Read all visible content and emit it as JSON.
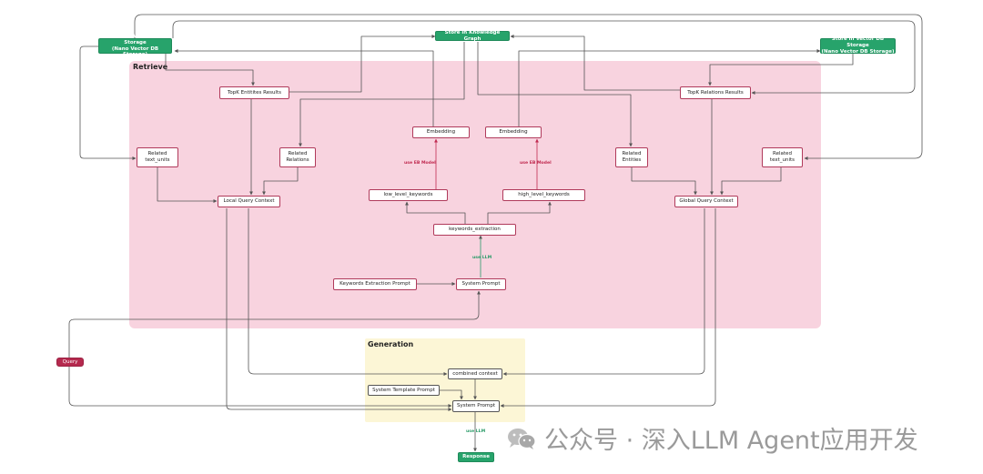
{
  "regions": {
    "retrieve": "Retrieve",
    "generation": "Generation"
  },
  "nodes": {
    "store_vector_left": "Store in Vector DB Storage\n(Nano Vector DB Storage)",
    "store_kg": "Store in Knowledge Graph",
    "store_vector_right": "Store in Vector DB Storage\n(Nano Vector DB Storage)",
    "topk_entities": "TopK Entitites Results",
    "topk_relations": "TopK Relations Results",
    "embedding_left": "Embedding",
    "embedding_right": "Embedding",
    "related_text_units_left": "Related\ntext_units",
    "related_relations": "Related\nRelations",
    "related_entities": "Related\nEntities",
    "related_text_units_right": "Related\ntext_units",
    "low_level_keywords": "low_level_keywords",
    "high_level_keywords": "high_level_keywords",
    "local_query_context": "Local Query Context",
    "global_query_context": "Global Query Context",
    "keywords_extraction": "keywords_extraction",
    "keywords_extraction_prompt": "Keywords Extraction Prompt",
    "system_prompt_retrieve": "System Prompt",
    "query": "Query",
    "combined_context": "combined context",
    "system_template_prompt": "System Template Prompt",
    "system_prompt_generation": "System Prompt",
    "response": "Response"
  },
  "edge_labels": {
    "use_eb_model_left": "use EB Model",
    "use_eb_model_right": "use EB Model",
    "use_llm_retrieve": "use LLM",
    "use_llm_generation": "use LLM"
  },
  "watermark": {
    "text": "公众号 · 深入LLM Agent应用开发",
    "icon": "wechat-icon"
  },
  "colors": {
    "retrieve_bg": "#f8d3df",
    "generation_bg": "#fcf6d6",
    "node_border": "#b03a5b",
    "green_node": "#27a36b",
    "query_node": "#b5294e",
    "edge": "#555555"
  }
}
